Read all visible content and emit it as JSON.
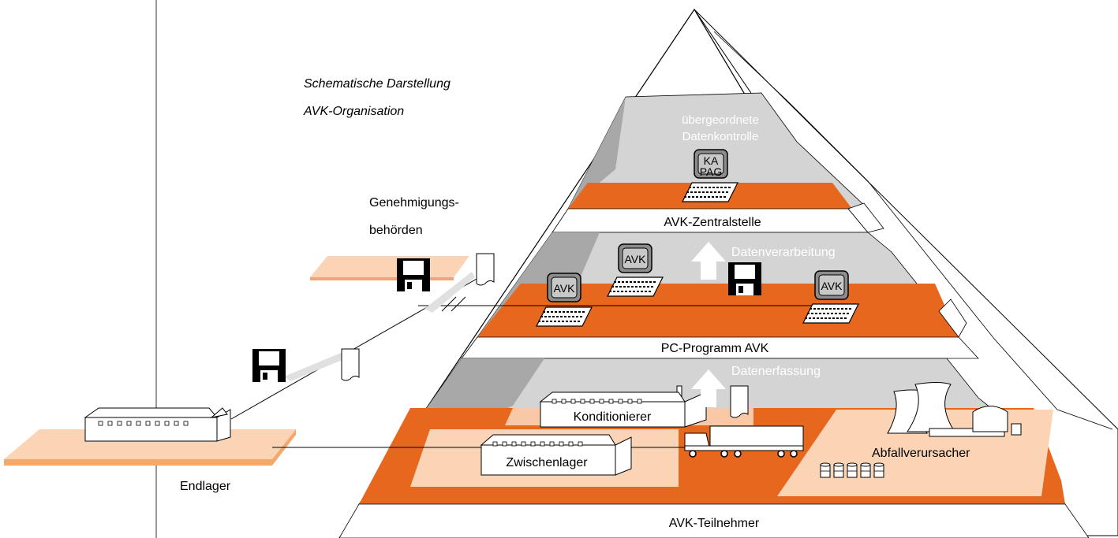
{
  "title": {
    "line1": "Schematische Darstellung",
    "line2": "AVK-Organisation"
  },
  "levels": {
    "top": {
      "heading_line1": "übergeordnete",
      "heading_line2": "Datenkontrolle",
      "terminal_line1": "KA",
      "terminal_line2": "PAG",
      "band_label": "AVK-Zentralstelle"
    },
    "middle": {
      "flow_label": "Datenverarbeitung",
      "terminal_label": "AVK",
      "band_label": "PC-Programm AVK"
    },
    "bottom": {
      "flow_label": "Datenerfassung",
      "building_1": "Konditionierer",
      "building_2": "Zwischenlager",
      "producer_label": "Abfallverursacher",
      "band_label": "AVK-Teilnehmer"
    }
  },
  "external": {
    "authority_line1": "Genehmigungs-",
    "authority_line2": "behörden",
    "repository_label": "Endlager"
  },
  "colors": {
    "orange": "#e8671e",
    "light_orange": "#fbd3b5",
    "pyramid_gray": "#d4d4d4",
    "dark_gray": "#a8a8a8",
    "divider": "#9a9a9a"
  },
  "icons": [
    "floppy-disk-icon",
    "document-icon",
    "computer-terminal-icon",
    "arrow-up-icon",
    "truck-icon",
    "factory-building-icon",
    "cooling-tower-icon",
    "barrel-icon"
  ]
}
